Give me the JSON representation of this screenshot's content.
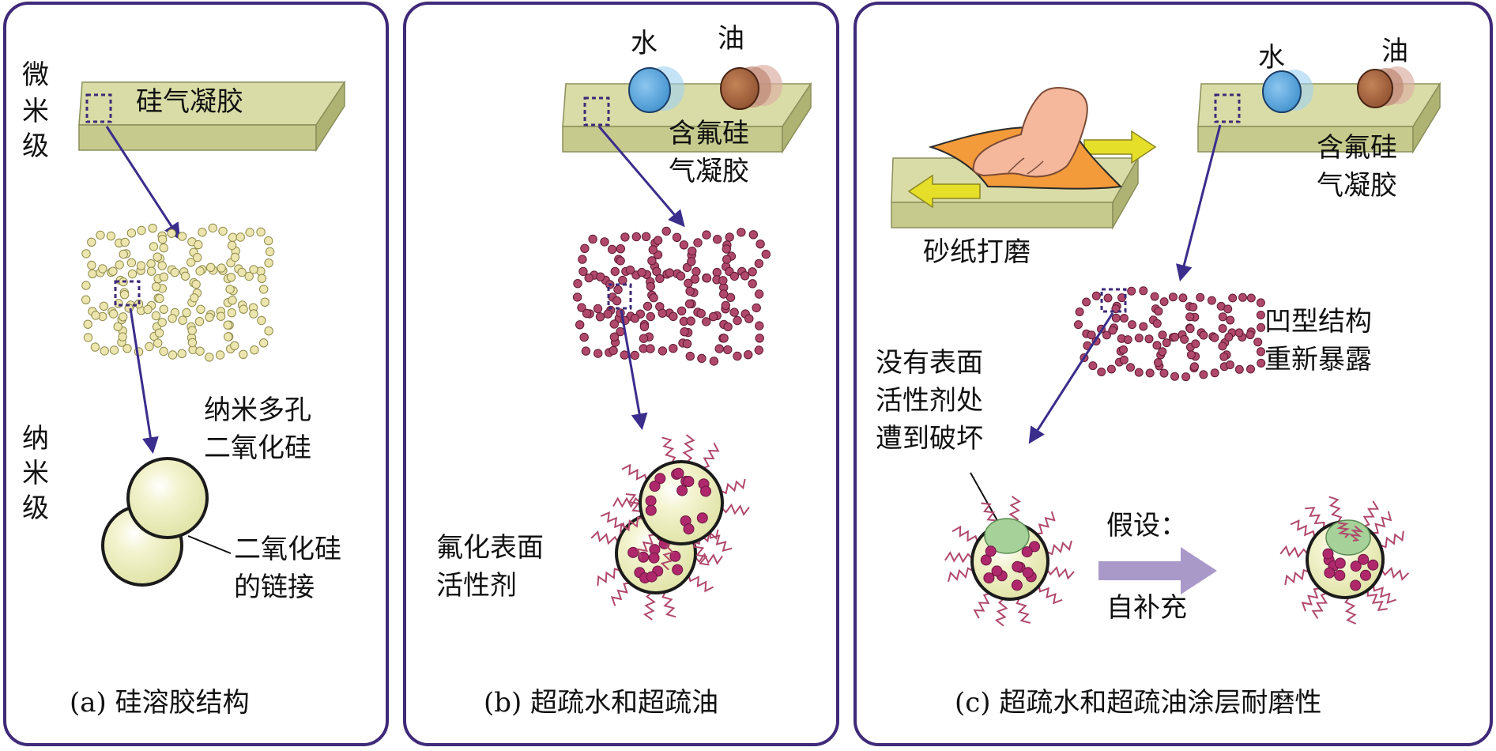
{
  "colors": {
    "frame": "#3e2a78",
    "slab_top": "#d9dca6",
    "slab_side": "#b9be7e",
    "silica_bead": "#ece6ae",
    "fluoro_bead": "#b0486c",
    "arrow": "#3a2d8c",
    "water_drop": "#4a9ad4",
    "oil_drop": "#9a5a3a",
    "sphere_fill": "#eef0be",
    "damage": "#a6d29a",
    "cloth": "#f39a3a",
    "yellow_arrow": "#e6df2a",
    "process_arrow": "#a999c9"
  },
  "panel_a": {
    "scale_micro": [
      "微",
      "米",
      "级"
    ],
    "scale_nano": [
      "纳",
      "米",
      "级"
    ],
    "aerogel_label": "硅气凝胶",
    "nanoporous_line1": "纳米多孔",
    "nanoporous_line2": "二氧化硅",
    "link_line1": "二氧化硅",
    "link_line2": "的链接",
    "caption": "(a) 硅溶胶结构"
  },
  "panel_b": {
    "water_label": "水",
    "oil_label": "油",
    "aerogel_line1": "含氟硅",
    "aerogel_line2": "气凝胶",
    "surfactant_line1": "氟化表面",
    "surfactant_line2": "活性剂",
    "caption": "(b) 超疏水和超疏油"
  },
  "panel_c": {
    "sanding_label": "砂纸打磨",
    "water_label": "水",
    "oil_label": "油",
    "aerogel_line1": "含氟硅",
    "aerogel_line2": "气凝胶",
    "reexposed_line1": "凹型结构",
    "reexposed_line2": "重新暴露",
    "damage_line1": "没有表面",
    "damage_line2": "活性剂处",
    "damage_line3": "遭到破坏",
    "assume_label": "假设：",
    "replenish_label": "自补充",
    "caption": "(c) 超疏水和超疏油涂层耐磨性"
  }
}
